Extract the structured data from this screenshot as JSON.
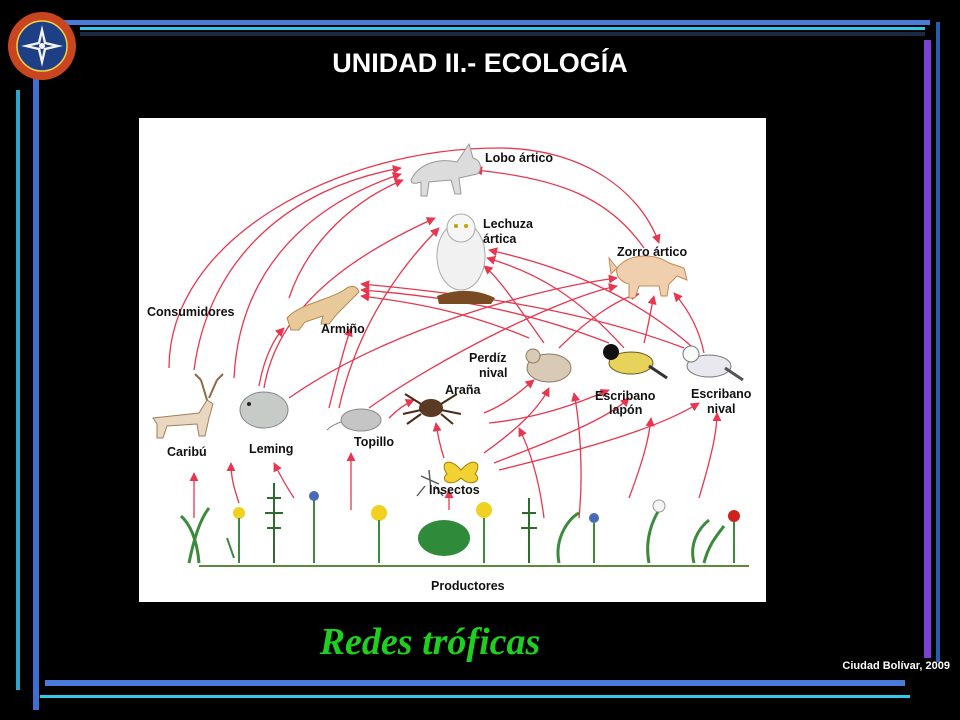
{
  "slide": {
    "title": "UNIDAD II.- ECOLOGÍA",
    "caption": "Redes tróficas",
    "footer": "Ciudad Bolívar, 2009"
  },
  "logo": {
    "icon": "university-seal-icon"
  },
  "diagram": {
    "labels": {
      "lobo": "Lobo ártico",
      "lechuza_1": "Lechuza",
      "lechuza_2": "ártica",
      "zorro": "Zorro ártico",
      "consumidores": "Consumidores",
      "armino": "Armiño",
      "perdiz_1": "Perdíz",
      "perdiz_2": "nival",
      "arana": "Araña",
      "escribano_lapon_1": "Escribano",
      "escribano_lapon_2": "lapón",
      "escribano_nival_1": "Escribano",
      "escribano_nival_2": "nival",
      "caribu": "Caribú",
      "leming": "Leming",
      "topillo": "Topillo",
      "insectos": "Insectos",
      "productores": "Productores"
    },
    "colors": {
      "arrow": "#e8364f",
      "caption": "#1fcf1f"
    }
  }
}
